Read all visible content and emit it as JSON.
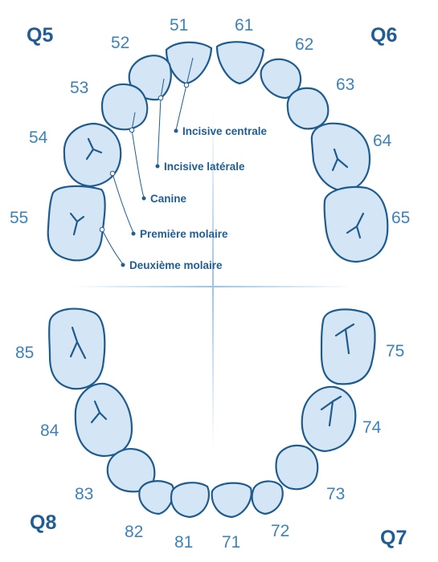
{
  "quadrants": {
    "upper_left": "Q5",
    "upper_right": "Q6",
    "lower_right": "Q7",
    "lower_left": "Q8"
  },
  "upper_teeth": {
    "t51": "51",
    "t52": "52",
    "t53": "53",
    "t54": "54",
    "t55": "55",
    "t61": "61",
    "t62": "62",
    "t63": "63",
    "t64": "64",
    "t65": "65"
  },
  "lower_teeth": {
    "t71": "71",
    "t72": "72",
    "t73": "73",
    "t74": "74",
    "t75": "75",
    "t81": "81",
    "t82": "82",
    "t83": "83",
    "t84": "84",
    "t85": "85"
  },
  "labels": {
    "central_incisor": "Incisive centrale",
    "lateral_incisor": "Incisive latérale",
    "canine": "Canine",
    "first_molar": "Première molaire",
    "second_molar": "Deuxième molaire"
  },
  "colors": {
    "tooth_fill": "#d4e6f5",
    "tooth_outline": "#1e5b8e",
    "number_text": "#3d82b8",
    "label_text": "#1f5d94"
  }
}
